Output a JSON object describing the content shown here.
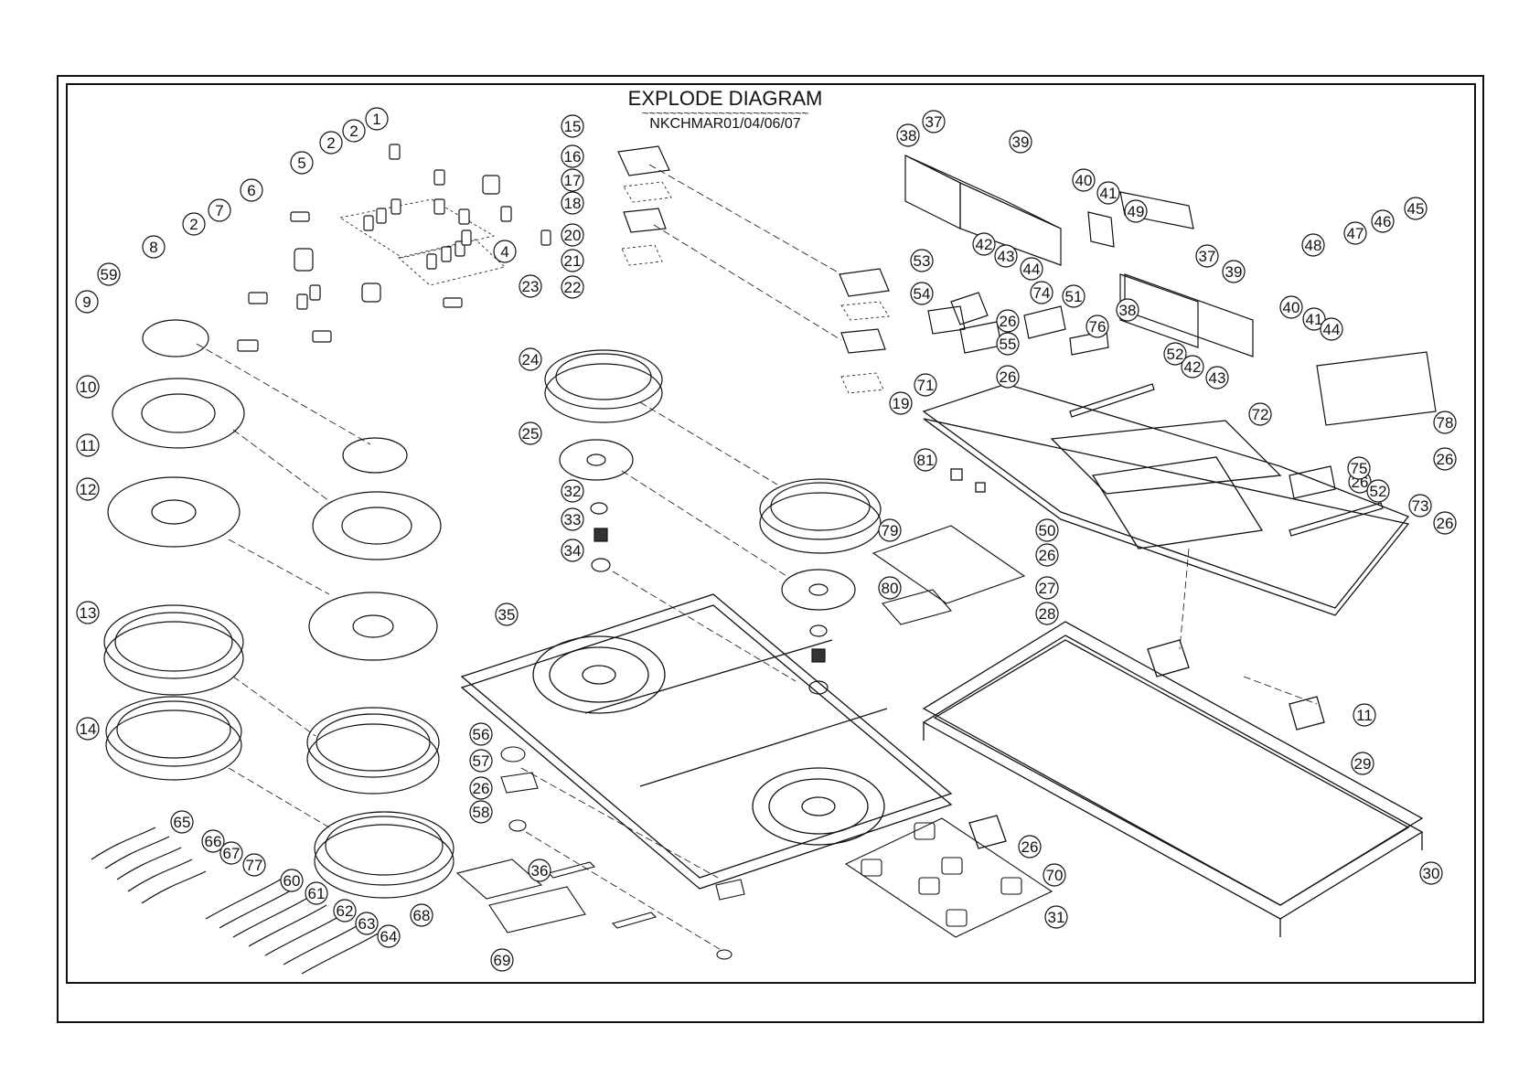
{
  "title": "EXPLODE DIAGRAM",
  "title_underline": "~~~~~~~~~~~~~~~~~~~~~~~~",
  "model": "NKCHMAR01/04/06/07",
  "line_color": "#111111",
  "parts": [
    {
      "id": "1"
    },
    {
      "id": "2a",
      "label": "2"
    },
    {
      "id": "2b",
      "label": "2"
    },
    {
      "id": "2c",
      "label": "2"
    },
    {
      "id": "4"
    },
    {
      "id": "5"
    },
    {
      "id": "6"
    },
    {
      "id": "7"
    },
    {
      "id": "8"
    },
    {
      "id": "9"
    },
    {
      "id": "10"
    },
    {
      "id": "11a",
      "label": "11"
    },
    {
      "id": "11b",
      "label": "11"
    },
    {
      "id": "12"
    },
    {
      "id": "13"
    },
    {
      "id": "14"
    },
    {
      "id": "15"
    },
    {
      "id": "16"
    },
    {
      "id": "17"
    },
    {
      "id": "18"
    },
    {
      "id": "19"
    },
    {
      "id": "20"
    },
    {
      "id": "21"
    },
    {
      "id": "22"
    },
    {
      "id": "23"
    },
    {
      "id": "24"
    },
    {
      "id": "25"
    },
    {
      "id": "26a",
      "label": "26"
    },
    {
      "id": "26b",
      "label": "26"
    },
    {
      "id": "26c",
      "label": "26"
    },
    {
      "id": "26d",
      "label": "26"
    },
    {
      "id": "26e",
      "label": "26"
    },
    {
      "id": "26f",
      "label": "26"
    },
    {
      "id": "26g",
      "label": "26"
    },
    {
      "id": "26h",
      "label": "26"
    },
    {
      "id": "27"
    },
    {
      "id": "28"
    },
    {
      "id": "29"
    },
    {
      "id": "30"
    },
    {
      "id": "31"
    },
    {
      "id": "32"
    },
    {
      "id": "33"
    },
    {
      "id": "34"
    },
    {
      "id": "35"
    },
    {
      "id": "36"
    },
    {
      "id": "37a",
      "label": "37"
    },
    {
      "id": "37b",
      "label": "37"
    },
    {
      "id": "38a",
      "label": "38"
    },
    {
      "id": "38b",
      "label": "38"
    },
    {
      "id": "39a",
      "label": "39"
    },
    {
      "id": "39b",
      "label": "39"
    },
    {
      "id": "40a",
      "label": "40"
    },
    {
      "id": "40b",
      "label": "40"
    },
    {
      "id": "41a",
      "label": "41"
    },
    {
      "id": "41b",
      "label": "41"
    },
    {
      "id": "42a",
      "label": "42"
    },
    {
      "id": "42b",
      "label": "42"
    },
    {
      "id": "43a",
      "label": "43"
    },
    {
      "id": "43b",
      "label": "43"
    },
    {
      "id": "44a",
      "label": "44"
    },
    {
      "id": "44b",
      "label": "44"
    },
    {
      "id": "45"
    },
    {
      "id": "46"
    },
    {
      "id": "47"
    },
    {
      "id": "48"
    },
    {
      "id": "49"
    },
    {
      "id": "50"
    },
    {
      "id": "51"
    },
    {
      "id": "52a",
      "label": "52"
    },
    {
      "id": "52b",
      "label": "52"
    },
    {
      "id": "53"
    },
    {
      "id": "54"
    },
    {
      "id": "55"
    },
    {
      "id": "56"
    },
    {
      "id": "57"
    },
    {
      "id": "58"
    },
    {
      "id": "59"
    },
    {
      "id": "60"
    },
    {
      "id": "61"
    },
    {
      "id": "62"
    },
    {
      "id": "63"
    },
    {
      "id": "64"
    },
    {
      "id": "65"
    },
    {
      "id": "66"
    },
    {
      "id": "67"
    },
    {
      "id": "68"
    },
    {
      "id": "69"
    },
    {
      "id": "70"
    },
    {
      "id": "71"
    },
    {
      "id": "72"
    },
    {
      "id": "73"
    },
    {
      "id": "74"
    },
    {
      "id": "75"
    },
    {
      "id": "76"
    },
    {
      "id": "77"
    },
    {
      "id": "78"
    },
    {
      "id": "79"
    },
    {
      "id": "80"
    },
    {
      "id": "81"
    }
  ]
}
